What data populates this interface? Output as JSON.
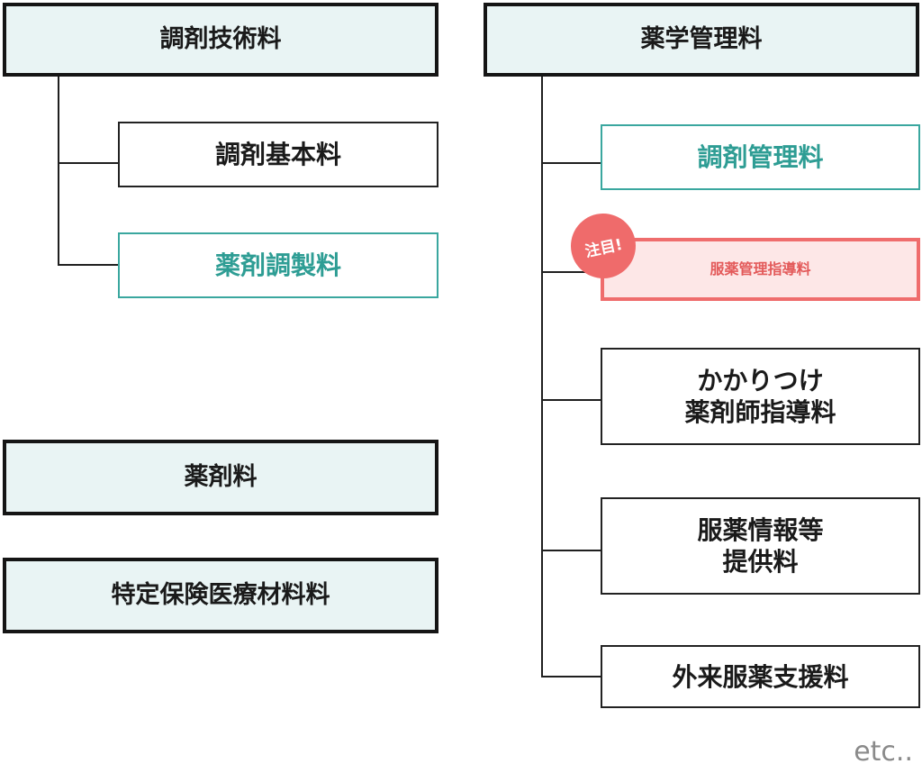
{
  "left_groups": {
    "technical_fee": {
      "title": "調剤技術料",
      "children": [
        "調剤基本料",
        "薬剤調製料"
      ]
    },
    "drug_fee": "薬剤料",
    "special_material_fee": "特定保険医療材料料"
  },
  "right_group": {
    "title": "薬学管理料",
    "items": [
      {
        "line1": "調剤管理料"
      },
      {
        "line1": "服薬管理指導料",
        "badge": "注目!"
      },
      {
        "line1": "かかりつけ",
        "line2": "薬剤師指導料"
      },
      {
        "line1": "服薬情報等",
        "line2": "提供料"
      },
      {
        "line1": "外来服薬支援料"
      }
    ]
  },
  "footer_note": "etc..",
  "colors": {
    "header_bg": "#e9f4f4",
    "teal": "#2e9d94",
    "highlight_pink": "#ef6d6d",
    "highlight_bg": "#fde7e7"
  }
}
